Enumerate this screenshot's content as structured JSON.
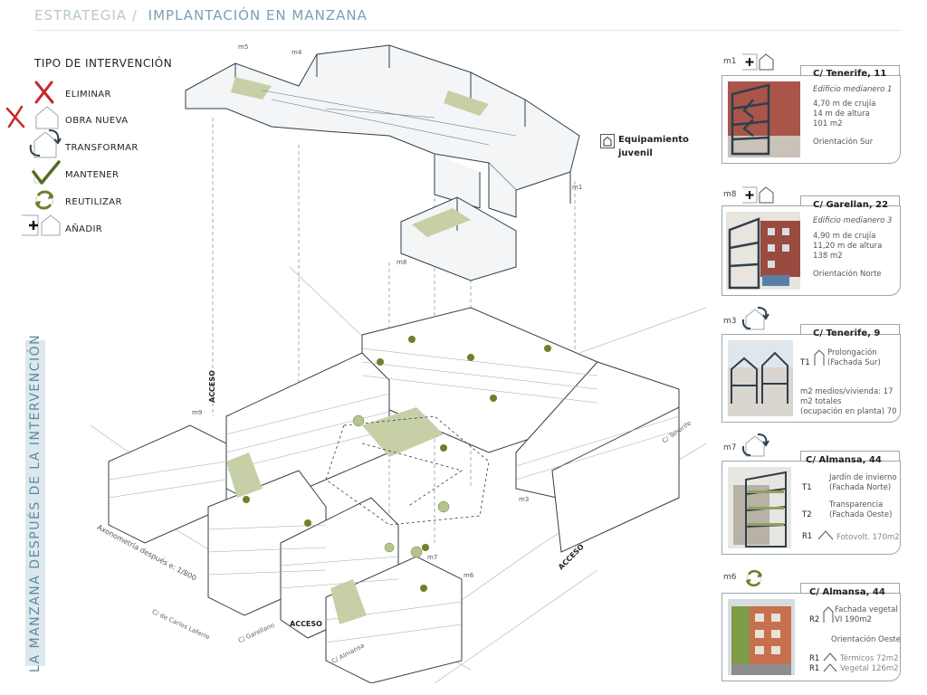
{
  "header": {
    "section": "ESTRATEGIA",
    "separator": "/",
    "title": "IMPLANTACIÓN EN MANZANA"
  },
  "legend": {
    "title": "TIPO DE INTERVENCIÓN",
    "items": [
      {
        "label": "ELIMINAR",
        "icon": "cross-icon"
      },
      {
        "label": "OBRA NUEVA",
        "icon": "new-building-icon"
      },
      {
        "label": "TRANSFORMAR",
        "icon": "transform-arrows-icon"
      },
      {
        "label": "MANTENER",
        "icon": "checkmark-icon"
      },
      {
        "label": "REUTILIZAR",
        "icon": "recycle-icon"
      },
      {
        "label": "AÑADIR",
        "icon": "add-icon"
      }
    ]
  },
  "vertical_title": "LA MANZANA DESPUÉS  DE LA INTERVENCIÓN",
  "equipamiento": {
    "line1": "Equipamiento",
    "line2": "juvenil"
  },
  "plan_labels": {
    "scale": "Axonometría después  e: 1/800",
    "streets": [
      "C/ de Carlos Laferre",
      "C/ Garellano",
      "C/ Almansa",
      "C/ Tenerife"
    ],
    "access": [
      "ACCESO",
      "ACCESO",
      "ACCESO"
    ],
    "tags": [
      "m1",
      "m3",
      "m4",
      "m5",
      "m6",
      "m7",
      "m8",
      "m9"
    ]
  },
  "cards": [
    {
      "tag": "m1",
      "title": "C/ Tenerife, 11",
      "subtitle": "Edificio medianero 1",
      "lines": [
        "4,70 m de crujía",
        "14 m de altura",
        "101 m2"
      ],
      "footer": "Orientación Sur"
    },
    {
      "tag": "m8",
      "title": "C/ Garellan, 22",
      "subtitle": "Edificio medianero 3",
      "lines": [
        "4,90 m de crujía",
        "11,20 m de altura",
        "138 m2"
      ],
      "footer": "Orientación Norte"
    },
    {
      "tag": "m3",
      "title": "C/ Tenerife, 9",
      "t_label": "T1",
      "t_text1": "Prolongación",
      "t_text2": "(Fachada Sur)",
      "lines": [
        "m2 medios/vivienda:  17",
        "m2 totales",
        "(ocupación en planta) 70"
      ]
    },
    {
      "tag": "m7",
      "title": "C/ Almansa, 44",
      "t1": "T1",
      "t1_a": "Jardín de invierno",
      "t1_b": "(Fachada Norte)",
      "t2": "T2",
      "t2_a": "Transparencia",
      "t2_b": "(Fachada Oeste)",
      "r1": "R1",
      "r1_text": "Fotovolt. 170m2"
    },
    {
      "tag": "m6",
      "title": "C/ Almansa, 44",
      "r2": "R2",
      "r2_a": "Fachada vegetal",
      "r2_b": "VI  190m2",
      "orient": "Orientación Oeste",
      "r1a": "R1",
      "r1a_text": "Térmicos 72m2",
      "r1b": "R1",
      "r1b_text": "Vegetal 126m2"
    }
  ],
  "colors": {
    "accent": "#7aa0b4",
    "red": "#c8262b",
    "green": "#6f7f2c",
    "line": "#8a9aa2",
    "dark": "#2f3f4a"
  }
}
